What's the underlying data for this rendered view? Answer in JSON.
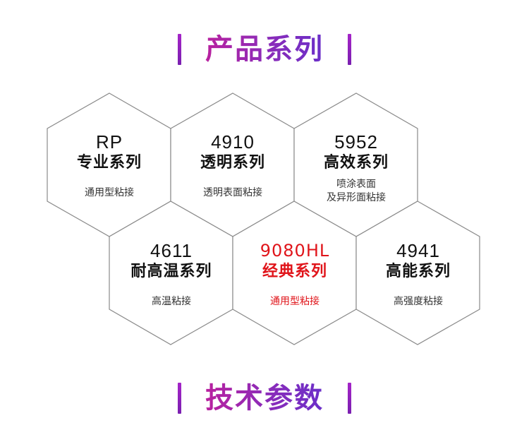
{
  "headers": {
    "products": "产品系列",
    "specs": "技术参数"
  },
  "colors": {
    "title_gradient_start": "#b9219f",
    "title_gradient_end": "#6a2fc9",
    "highlight_red": "#e0141a",
    "hex_border": "#8a8a8a"
  },
  "products": [
    {
      "code": "RP",
      "name": "专业系列",
      "desc": "通用型粘接",
      "desc2": ""
    },
    {
      "code": "4910",
      "name": "透明系列",
      "desc": "透明表面粘接",
      "desc2": ""
    },
    {
      "code": "5952",
      "name": "高效系列",
      "desc": "喷涂表面",
      "desc2": "及异形面粘接"
    },
    {
      "code": "4611",
      "name": "耐高温系列",
      "desc": "高温粘接",
      "desc2": ""
    },
    {
      "code": "9080HL",
      "name": "经典系列",
      "desc": "通用型粘接",
      "desc2": ""
    },
    {
      "code": "4941",
      "name": "高能系列",
      "desc": "高强度粘接",
      "desc2": ""
    }
  ]
}
